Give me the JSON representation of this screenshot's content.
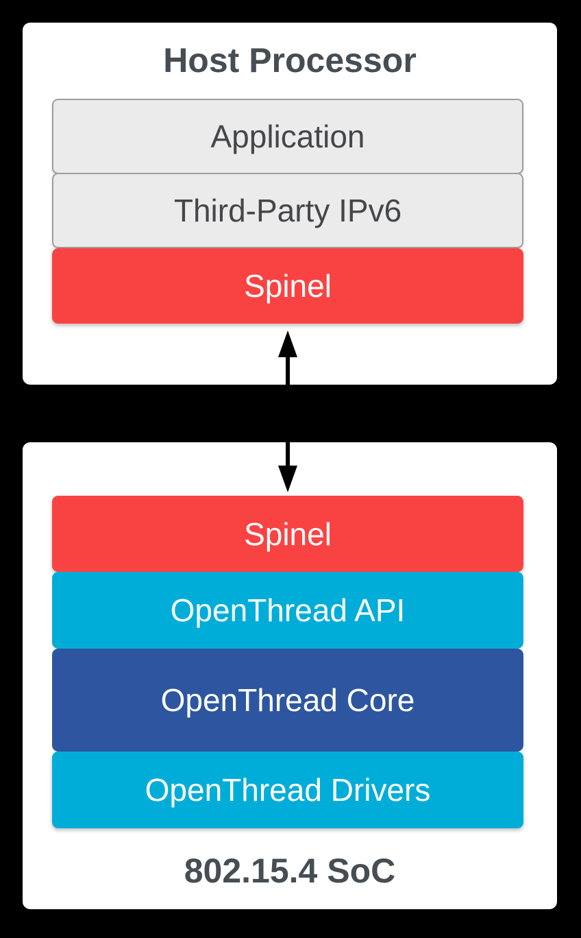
{
  "colors": {
    "background": "#000000",
    "card": "#ffffff",
    "red": "#f94343",
    "cyan": "#00add8",
    "blue": "#2e56a0",
    "gray_fill": "#ebebeb",
    "gray_border": "#9e9e9e",
    "title_text": "#464e54",
    "box_text": "#454649",
    "white_text": "#ffffff",
    "arrow": "#000000"
  },
  "host_processor": {
    "title": "Host Processor",
    "layers": [
      {
        "label": "Application",
        "type": "gray"
      },
      {
        "label": "Third-Party IPv6",
        "type": "gray"
      },
      {
        "label": "Spinel",
        "type": "red"
      }
    ]
  },
  "connector": {
    "type": "double-headed-vertical-arrow",
    "from": "Spinel (Host Processor)",
    "to": "Spinel (802.15.4 SoC)"
  },
  "soc": {
    "title": "802.15.4 SoC",
    "layers": [
      {
        "label": "Spinel",
        "type": "red"
      },
      {
        "label": "OpenThread API",
        "type": "cyan"
      },
      {
        "label": "OpenThread Core",
        "type": "blue"
      },
      {
        "label": "OpenThread Drivers",
        "type": "cyan"
      }
    ]
  }
}
